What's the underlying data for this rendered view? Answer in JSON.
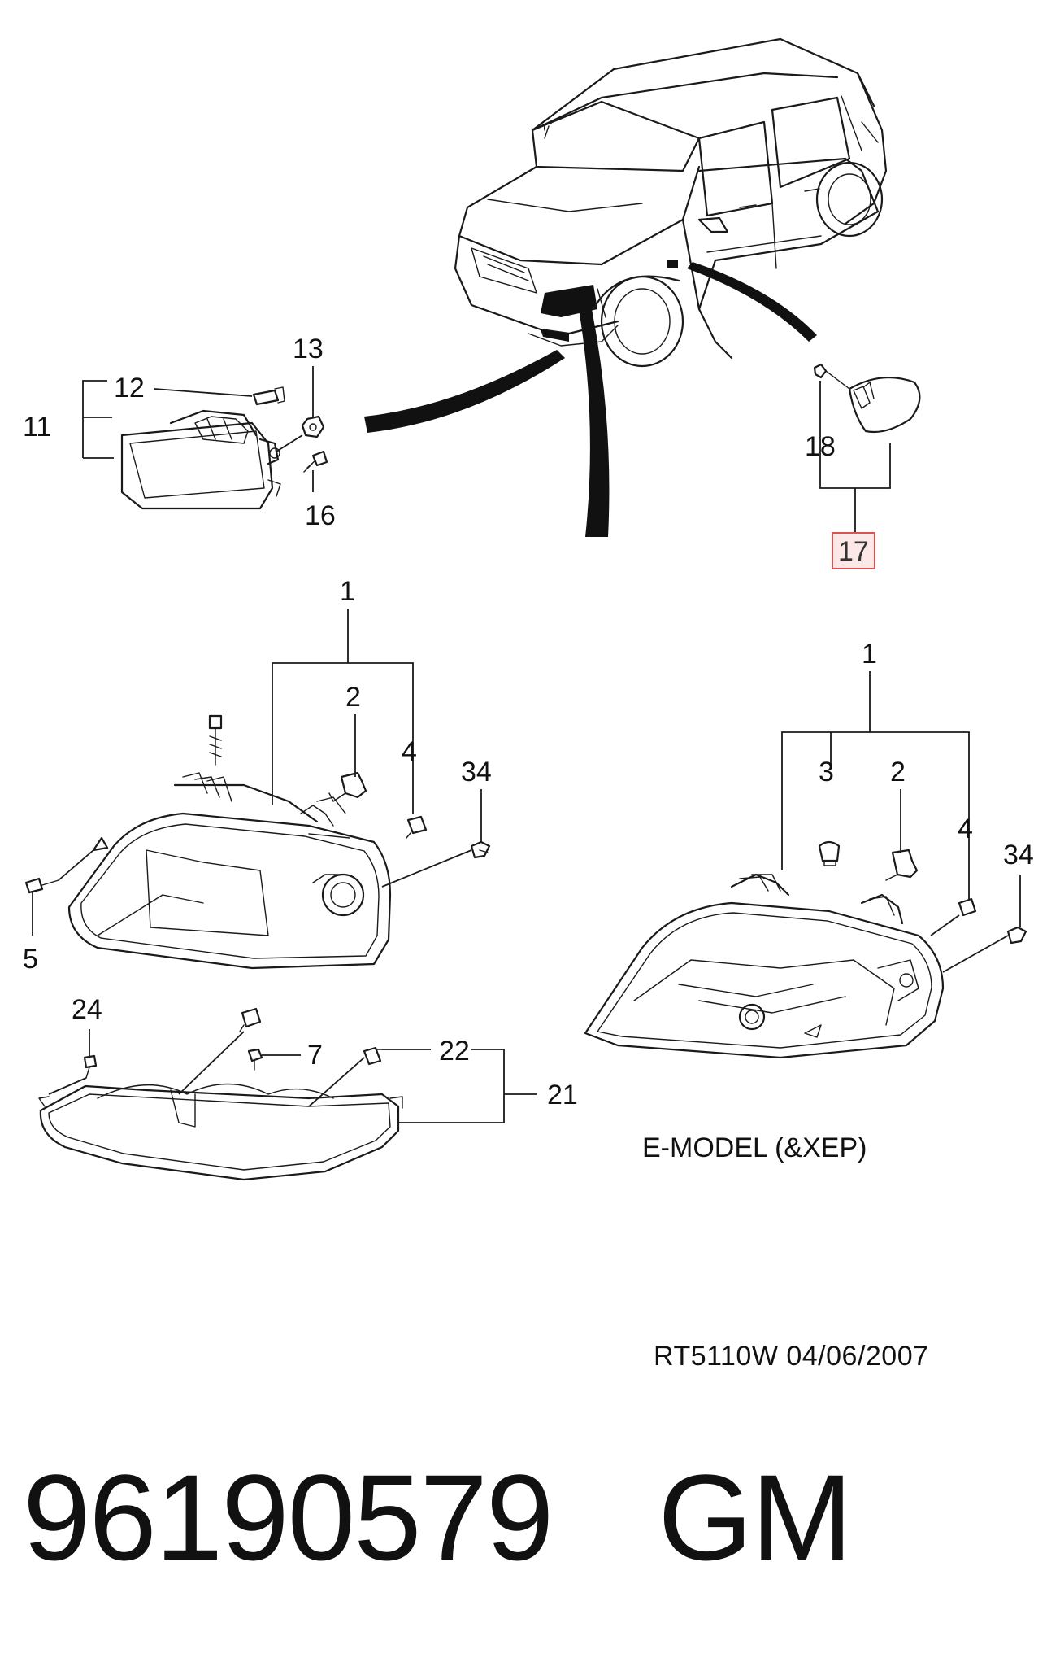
{
  "callouts": {
    "c11": "11",
    "c12": "12",
    "c13": "13",
    "c16": "16",
    "c18": "18",
    "c17": "17",
    "c1a": "1",
    "c2a": "2",
    "c4a": "4",
    "c34a": "34",
    "c5": "5",
    "c24": "24",
    "c7": "7",
    "c22": "22",
    "c21": "21",
    "c1b": "1",
    "c3b": "3",
    "c2b": "2",
    "c4b": "4",
    "c34b": "34"
  },
  "highlighted_callout": "17",
  "highlight_color": "#d9534f",
  "model_caption": "E-MODEL (&XEP)",
  "reference_code": "RT5110W  04/06/2007",
  "part_number": "96190579",
  "brand": "GM"
}
